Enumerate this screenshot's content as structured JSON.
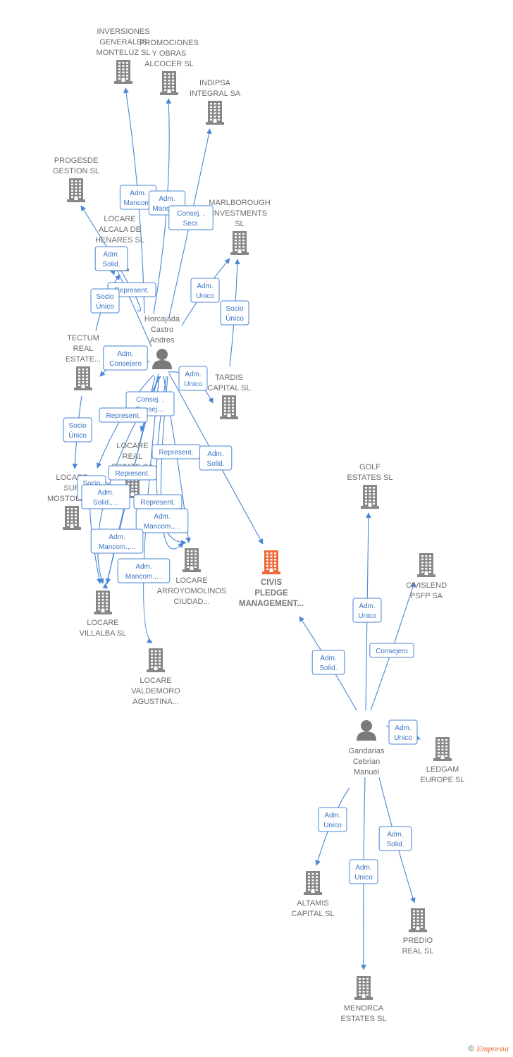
{
  "colors": {
    "edge": "#4a86d6",
    "company": "#888888",
    "focus": "#ef6a3a",
    "person": "#7a7a7a"
  },
  "nodes": {
    "inversiones": {
      "kind": "company",
      "label": [
        "INVERSIONES",
        "GENERALES",
        "MONTELUZ SL"
      ]
    },
    "promociones": {
      "kind": "company",
      "label": [
        "PROMOCIONES",
        "Y OBRAS",
        "ALCOCER SL"
      ]
    },
    "indipsa": {
      "kind": "company",
      "label": [
        "INDIPSA",
        "INTEGRAL SA"
      ]
    },
    "progesde": {
      "kind": "company",
      "label": [
        "PROGESDE",
        "GESTION  SL"
      ]
    },
    "marlborough": {
      "kind": "company",
      "label": [
        "MARLBOROUGH",
        "INVESTMENTS",
        "SL"
      ]
    },
    "locare_alcala": {
      "kind": "company",
      "label": [
        "LOCARE",
        "ALCALA DE",
        "HENARES  SL"
      ]
    },
    "horcajada": {
      "kind": "person",
      "label": [
        "Horcajada",
        "Castro",
        "Andres"
      ]
    },
    "tectum": {
      "kind": "company",
      "label": [
        "TECTUM",
        "REAL",
        "ESTATE..."
      ]
    },
    "tardis": {
      "kind": "company",
      "label": [
        "TARDIS",
        "CAPITAL  SL"
      ]
    },
    "locare_real": {
      "kind": "company",
      "label": [
        "LOCARE",
        "REAL",
        "ESTATE SA"
      ]
    },
    "locare_sur": {
      "kind": "company",
      "label": [
        "LOCARE",
        "SUR",
        "MOSTOLES..."
      ]
    },
    "golf": {
      "kind": "company",
      "label": [
        "GOLF",
        "ESTATES SL"
      ]
    },
    "locare_arroyo": {
      "kind": "company",
      "label": [
        "LOCARE",
        "ARROYOMOLINOS",
        "CIUDAD..."
      ]
    },
    "civis": {
      "kind": "focus",
      "label": [
        "CIVIS",
        "PLEDGE",
        "MANAGEMENT..."
      ]
    },
    "civislend": {
      "kind": "company",
      "label": [
        "CIVISLEND",
        "PSFP SA"
      ]
    },
    "locare_villalba": {
      "kind": "company",
      "label": [
        "LOCARE",
        "VILLALBA  SL"
      ]
    },
    "locare_valdemoro": {
      "kind": "company",
      "label": [
        "LOCARE",
        "VALDEMORO",
        "AGUSTINA..."
      ]
    },
    "gandarias": {
      "kind": "person",
      "label": [
        "Gandarias",
        "Cebrian",
        "Manuel"
      ]
    },
    "ledgam": {
      "kind": "company",
      "label": [
        "LEDGAM",
        "EUROPE SL"
      ]
    },
    "altamis": {
      "kind": "company",
      "label": [
        "ALTAMIS",
        "CAPITAL  SL"
      ]
    },
    "predio": {
      "kind": "company",
      "label": [
        "PREDIO",
        "REAL SL"
      ]
    },
    "menorca": {
      "kind": "company",
      "label": [
        "MENORCA",
        "ESTATES SL"
      ]
    }
  },
  "edges": [
    {
      "from": "horcajada",
      "to": "inversiones",
      "label": [
        "Adm.",
        "Mancom."
      ]
    },
    {
      "from": "horcajada",
      "to": "promociones",
      "label": [
        "Adm.",
        "Mancom."
      ]
    },
    {
      "from": "horcajada",
      "to": "indipsa",
      "label": [
        "Consej. ,",
        "Secr."
      ]
    },
    {
      "from": "horcajada",
      "to": "progesde",
      "label": [
        "Represent."
      ]
    },
    {
      "from": "horcajada",
      "to": "marlborough",
      "label": [
        "Adm.",
        "Unico"
      ]
    },
    {
      "from": "tardis",
      "to": "marlborough",
      "label": [
        "Socio",
        "Único"
      ]
    },
    {
      "from": "horcajada",
      "to": "locare_alcala",
      "label": [
        "Adm.",
        "Solid."
      ]
    },
    {
      "from": "tectum",
      "to": "locare_alcala",
      "label": [
        "Socio",
        "Único"
      ]
    },
    {
      "from": "horcajada",
      "to": "tectum",
      "label": [
        "Adm.",
        "Consejero"
      ]
    },
    {
      "from": "horcajada",
      "to": "tardis",
      "label": [
        "Adm.",
        "Unico"
      ]
    },
    {
      "from": "horcajada",
      "to": "locare_real",
      "label": [
        "Consej. ,",
        "Consej...."
      ]
    },
    {
      "from": "horcajada",
      "to": "locare_sur",
      "label": [
        "Represent."
      ]
    },
    {
      "from": "tectum",
      "to": "locare_sur",
      "label": [
        "Socio",
        "Único"
      ]
    },
    {
      "from": "horcajada",
      "to": "locare_arroyo",
      "label": [
        "Represent."
      ]
    },
    {
      "from": "horcajada",
      "to": "civis",
      "label": [
        "Adm.",
        "Solid."
      ]
    },
    {
      "from": "horcajada",
      "to": "locare_villalba",
      "label": [
        "Represent."
      ]
    },
    {
      "from": "locare_real",
      "to": "locare_villalba",
      "label": [
        "Socio",
        "Único"
      ]
    },
    {
      "from": "horcajada",
      "to": "locare_villalba",
      "label": [
        "Adm.",
        "Solid.,..."
      ]
    },
    {
      "from": "horcajada",
      "to": "locare_arroyo",
      "label": [
        "Represent."
      ]
    },
    {
      "from": "horcajada",
      "to": "locare_arroyo",
      "label": [
        "Adm.",
        "Mancom.,..."
      ]
    },
    {
      "from": "horcajada",
      "to": "locare_villalba",
      "label": [
        "Adm.",
        "Mancom.,..."
      ]
    },
    {
      "from": "horcajada",
      "to": "locare_valdemoro",
      "label": [
        "Adm.",
        "Mancom.,..."
      ]
    },
    {
      "from": "gandarias",
      "to": "civis",
      "label": [
        "Adm.",
        "Solid."
      ]
    },
    {
      "from": "gandarias",
      "to": "golf",
      "label": [
        "Adm.",
        "Unico"
      ]
    },
    {
      "from": "gandarias",
      "to": "civislend",
      "label": [
        "Consejero"
      ]
    },
    {
      "from": "gandarias",
      "to": "ledgam",
      "label": [
        "Adm.",
        "Unico"
      ]
    },
    {
      "from": "gandarias",
      "to": "altamis",
      "label": [
        "Adm.",
        "Unico"
      ]
    },
    {
      "from": "gandarias",
      "to": "predio",
      "label": [
        "Adm.",
        "Solid."
      ]
    },
    {
      "from": "gandarias",
      "to": "menorca",
      "label": [
        "Adm.",
        "Unico"
      ]
    }
  ],
  "footer": {
    "copyright": "©",
    "brand": "Empresia"
  }
}
